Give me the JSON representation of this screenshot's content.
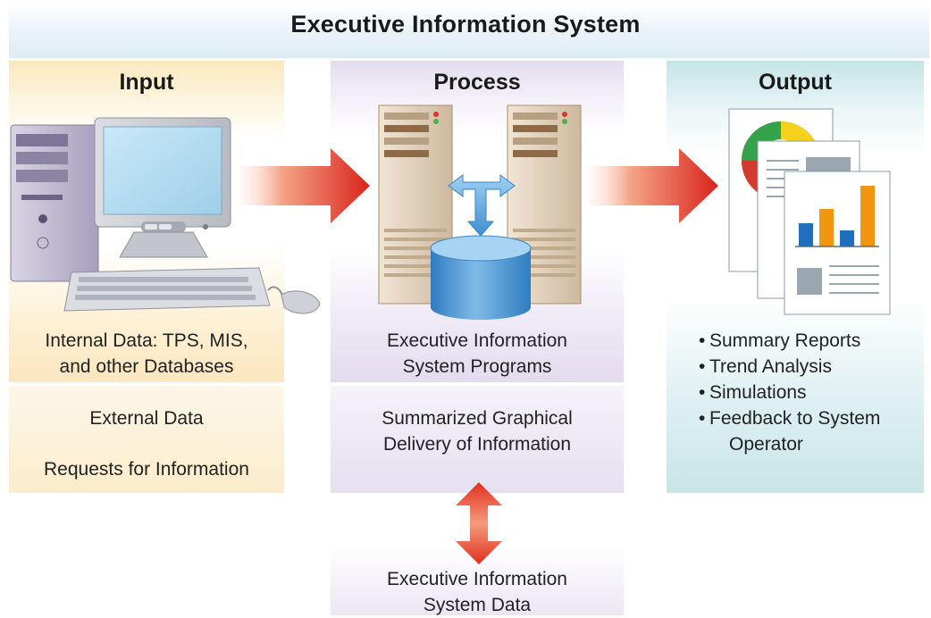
{
  "title": "Executive Information System",
  "input": {
    "heading": "Input",
    "internal_line1": "Internal Data: TPS, MIS,",
    "internal_line2": "and other Databases",
    "external": "External Data",
    "requests": "Requests for Information"
  },
  "process": {
    "heading": "Process",
    "programs_line1": "Executive Information",
    "programs_line2": "System Programs",
    "delivery_line1": "Summarized Graphical",
    "delivery_line2": "Delivery of Information",
    "data_line1": "Executive Information",
    "data_line2": "System Data"
  },
  "output": {
    "heading": "Output",
    "bullet_char": "•",
    "items": [
      "Summary Reports",
      "Trend Analysis",
      "Simulations",
      "Feedback to System",
      "Operator"
    ]
  },
  "colors": {
    "input_bg": "#fbe8bd",
    "process_bg": "#e3dcee",
    "output_bg": "#c5e4e6",
    "arrow_red": "#e0301e",
    "arrow_blue": "#5aa6de",
    "cylinder_blue": "#3d8fd1",
    "chart_orange": "#f0960f",
    "chart_blue": "#1f6fbf"
  },
  "icons": {
    "computer": "desktop-computer-icon",
    "servers": "server-tower-icon",
    "database": "database-cylinder-icon",
    "reports": "report-documents-icon"
  }
}
